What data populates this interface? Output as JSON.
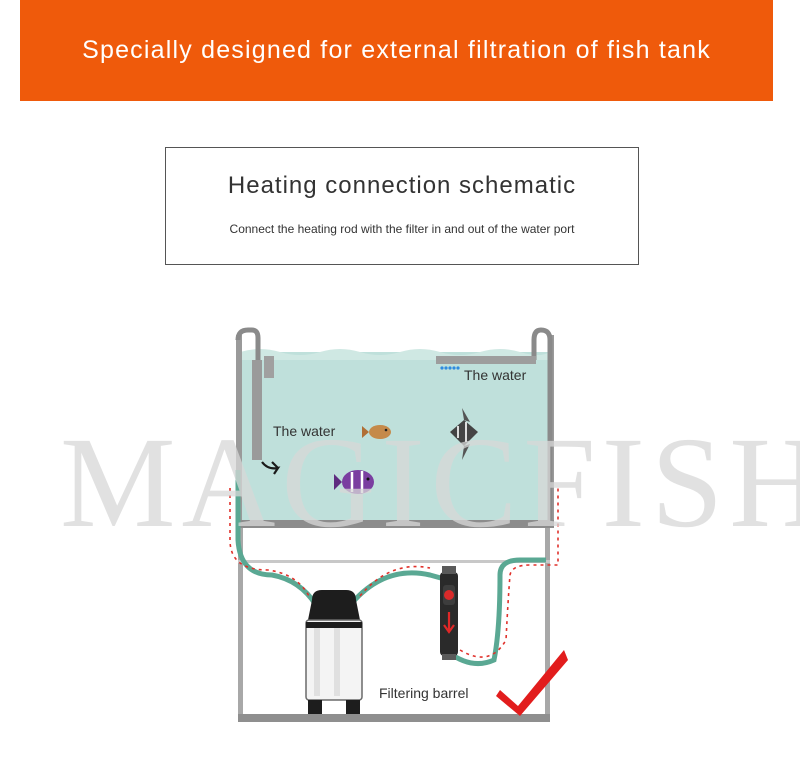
{
  "banner": {
    "title": "Specially designed for external filtration of fish tank"
  },
  "info_box": {
    "title": "Heating connection schematic",
    "subtitle": "Connect the heating rod with the filter in and out of the water port"
  },
  "diagram": {
    "labels": {
      "water_left": "The water",
      "water_right": "The water",
      "filter": "Filtering barrel"
    },
    "watermark": "MAGICFISH",
    "colors": {
      "accent_banner": "#ef5a0b",
      "water": "#bfe0db",
      "hose": "#5aa893",
      "flow_arrow": "#e0302a",
      "checkmark": "#e21d1d",
      "heater": "#2a2a2a"
    },
    "icons": [
      "checkmark-icon",
      "flow-arrow-icon",
      "fish-icon"
    ]
  }
}
